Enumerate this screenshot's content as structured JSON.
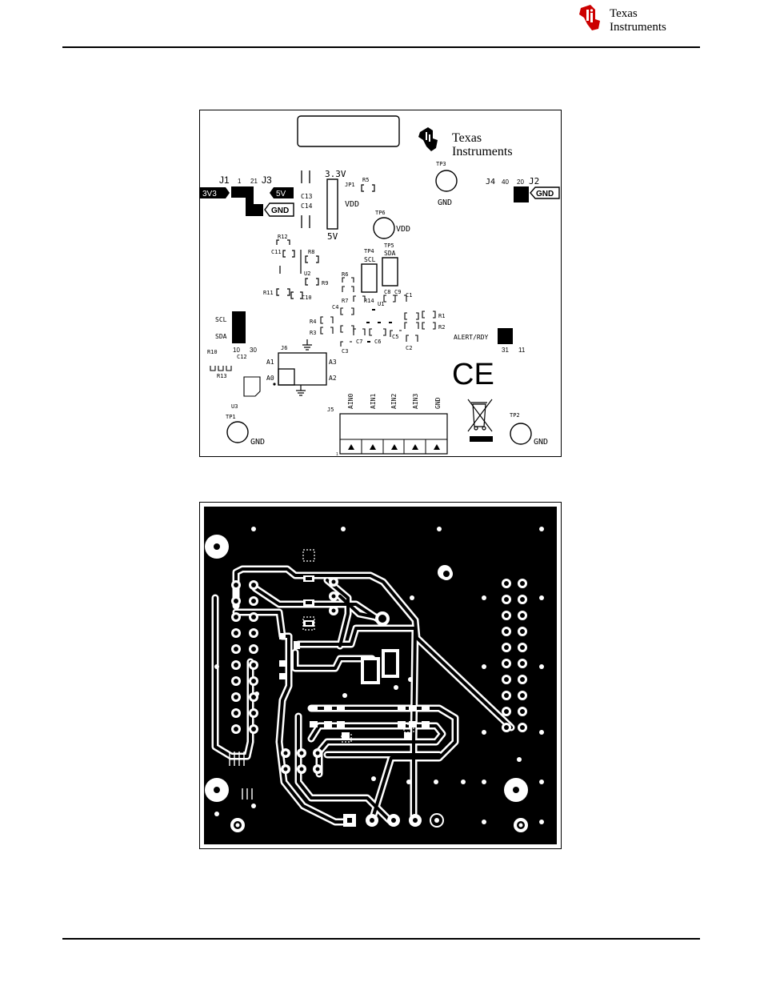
{
  "header": {
    "logo_line1": "Texas",
    "logo_line2": "Instruments",
    "logo_color": "#CC0000"
  },
  "silkscreen": {
    "board_logo_line1": "Texas",
    "board_logo_line2": "Instruments",
    "labels": {
      "j1": "J1",
      "j1_pin1": "1",
      "j3_pin21": "21",
      "j3": "J3",
      "v3v3": "3V3",
      "v5": "5V",
      "gnd_j3": "GND",
      "c13": "C13",
      "c14": "C14",
      "jp1": "JP1",
      "r5": "R5",
      "v33": "3.3V",
      "vdd_jp1": "VDD",
      "v5_jp1": "5V",
      "tp3": "TP3",
      "gnd_tp3": "GND",
      "j4": "J4",
      "j4_pin40": "40",
      "j2_pin20": "20",
      "j2": "J2",
      "gnd_j2": "GND",
      "tp6": "TP6",
      "vdd_tp6": "VDD",
      "r12": "R12",
      "c11": "C11",
      "r8": "R8",
      "u2": "U2",
      "r9": "R9",
      "r11": "R11",
      "c10": "C10",
      "tp4": "TP4",
      "scl_tp4": "SCL",
      "tp5": "TP5",
      "sda_tp5": "SDA",
      "r6": "R6",
      "r7": "R7",
      "r14": "R14",
      "c8": "C8",
      "c9": "C9",
      "c1": "C1",
      "c4": "C4",
      "u1": "U1",
      "r1": "R1",
      "r2": "R2",
      "r4": "R4",
      "r3": "R3",
      "c7": "C7",
      "c6": "C6",
      "c5": "C5",
      "c3": "C3",
      "c2": "C2",
      "scl": "SCL",
      "sda": "SDA",
      "pin10": "10",
      "pin30": "30",
      "alert": "ALERT/RDY",
      "pin31": "31",
      "pin11": "11",
      "r10": "R10",
      "c12": "C12",
      "r13": "R13",
      "j6": "J6",
      "a1": "A1",
      "a3": "A3",
      "a0": "A0",
      "a2": "A2",
      "u3": "U3",
      "tp1": "TP1",
      "gnd_tp1": "GND",
      "j5": "J5",
      "j5_pin1": "1",
      "ain0": "AIN0",
      "ain1": "AIN1",
      "ain2": "AIN2",
      "ain3": "AIN3",
      "gnd_j5": "GND",
      "tp2": "TP2",
      "gnd_tp2": "GND",
      "ce": "CE"
    }
  }
}
